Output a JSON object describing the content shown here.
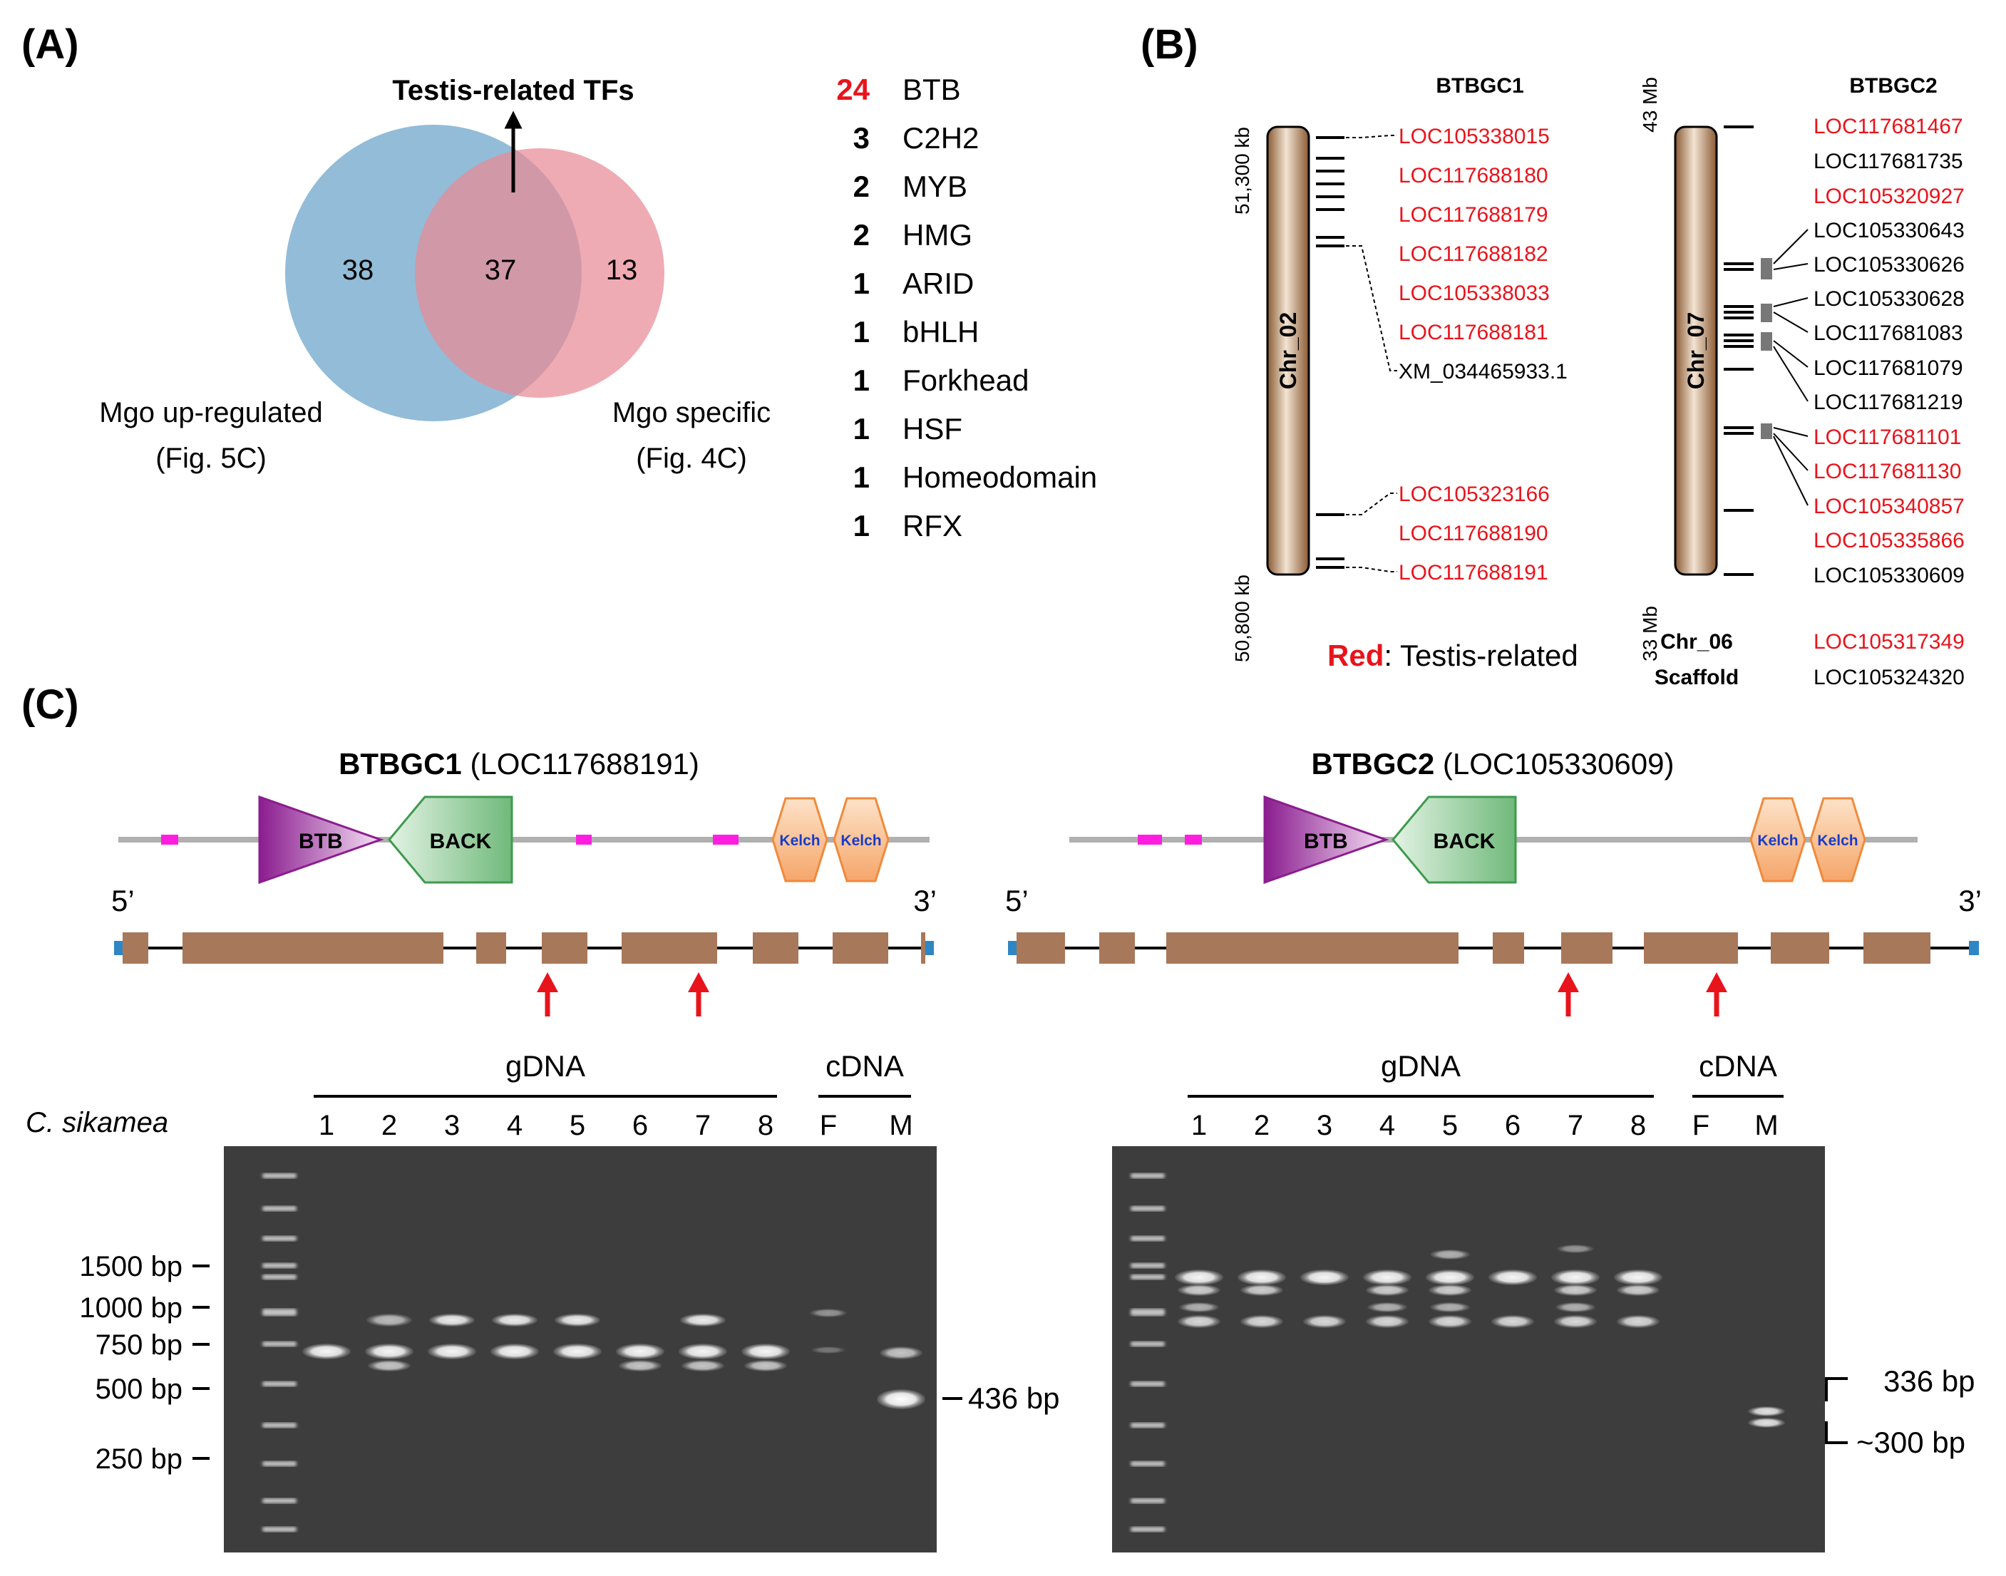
{
  "panel_a": {
    "label": "(A)",
    "venn": {
      "left_count": "38",
      "overlap_count": "37",
      "right_count": "13",
      "left_label_1": "Mgo up-regulated",
      "left_label_2": "(Fig. 5C)",
      "right_label_1": "Mgo specific",
      "right_label_2": "(Fig. 4C)",
      "arrow_label": "Testis-related TFs",
      "left_color": "#7fb0d0",
      "right_color": "#e98a95"
    },
    "tf_list": [
      {
        "count": "24",
        "family": "BTB",
        "highlight": true
      },
      {
        "count": "3",
        "family": "C2H2",
        "highlight": false
      },
      {
        "count": "2",
        "family": "MYB",
        "highlight": false
      },
      {
        "count": "2",
        "family": "HMG",
        "highlight": false
      },
      {
        "count": "1",
        "family": "ARID",
        "highlight": false
      },
      {
        "count": "1",
        "family": "bHLH",
        "highlight": false
      },
      {
        "count": "1",
        "family": "Forkhead",
        "highlight": false
      },
      {
        "count": "1",
        "family": "HSF",
        "highlight": false
      },
      {
        "count": "1",
        "family": "Homeodomain",
        "highlight": false
      },
      {
        "count": "1",
        "family": "RFX",
        "highlight": false
      }
    ]
  },
  "panel_b": {
    "label": "(B)",
    "cluster1": {
      "title": "BTBGC1",
      "chromosome": "Chr_02",
      "top_coord": "51,300 kb",
      "bottom_coord": "50,800 kb",
      "genes": [
        {
          "id": "LOC105338015",
          "red": true
        },
        {
          "id": "LOC117688180",
          "red": true
        },
        {
          "id": "LOC117688179",
          "red": true
        },
        {
          "id": "LOC117688182",
          "red": true
        },
        {
          "id": "LOC105338033",
          "red": true
        },
        {
          "id": "LOC117688181",
          "red": true
        },
        {
          "id": "XM_034465933.1",
          "red": false
        },
        {
          "id": "LOC105323166",
          "red": true
        },
        {
          "id": "LOC117688190",
          "red": true
        },
        {
          "id": "LOC117688191",
          "red": true
        }
      ]
    },
    "cluster2": {
      "title": "BTBGC2",
      "chromosome": "Chr_07",
      "top_coord": "43 Mb",
      "bottom_coord": "33 Mb",
      "genes": [
        {
          "id": "LOC117681467",
          "red": true
        },
        {
          "id": "LOC117681735",
          "red": false
        },
        {
          "id": "LOC105320927",
          "red": true
        },
        {
          "id": "LOC105330643",
          "red": false
        },
        {
          "id": "LOC105330626",
          "red": false
        },
        {
          "id": "LOC105330628",
          "red": false
        },
        {
          "id": "LOC117681083",
          "red": false
        },
        {
          "id": "LOC117681079",
          "red": false
        },
        {
          "id": "LOC117681219",
          "red": false
        },
        {
          "id": "LOC117681101",
          "red": true
        },
        {
          "id": "LOC117681130",
          "red": true
        },
        {
          "id": "LOC105340857",
          "red": true
        },
        {
          "id": "LOC105335866",
          "red": true
        },
        {
          "id": "LOC105330609",
          "red": false
        }
      ],
      "extra": [
        {
          "label": "Chr_06",
          "id": "LOC105317349",
          "red": true
        },
        {
          "label": "Scaffold",
          "id": "LOC105324320",
          "red": false
        }
      ]
    },
    "legend_red": "Red",
    "legend_rest": ": Testis-related",
    "red_color": "#e8141c"
  },
  "panel_c": {
    "label": "(C)",
    "left": {
      "name": "BTBGC1",
      "locus": "(LOC117688191)",
      "domains": [
        "BTB",
        "BACK",
        "Kelch",
        "Kelch"
      ],
      "five_prime": "5’",
      "three_prime": "3’",
      "gdna_label": "gDNA",
      "cdna_label": "cDNA",
      "lanes": [
        "1",
        "2",
        "3",
        "4",
        "5",
        "6",
        "7",
        "8",
        "F",
        "M"
      ],
      "species": "C. sikamea",
      "ladder": [
        "1500 bp",
        "1000 bp",
        "750 bp",
        "500 bp",
        "250 bp"
      ],
      "product": "436 bp"
    },
    "right": {
      "name": "BTBGC2",
      "locus": "(LOC105330609)",
      "domains": [
        "BTB",
        "BACK",
        "Kelch",
        "Kelch"
      ],
      "five_prime": "5’",
      "three_prime": "3’",
      "gdna_label": "gDNA",
      "cdna_label": "cDNA",
      "lanes": [
        "1",
        "2",
        "3",
        "4",
        "5",
        "6",
        "7",
        "8",
        "F",
        "M"
      ],
      "product_a": "336 bp",
      "product_b": "~300 bp"
    }
  }
}
